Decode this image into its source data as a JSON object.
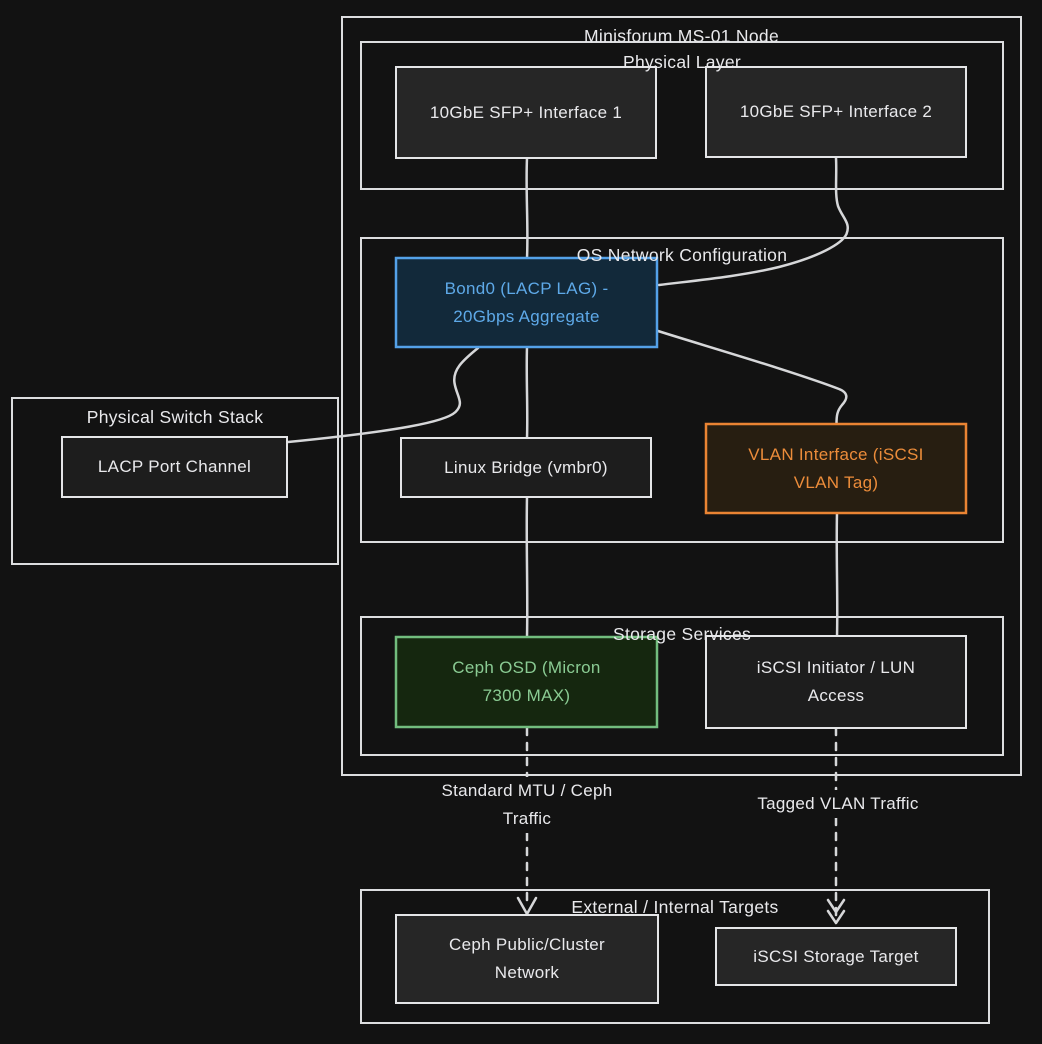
{
  "diagram": {
    "title": "Minisforum MS-01 Node",
    "groups": {
      "physical_layer": {
        "title": "Physical Layer"
      },
      "os_network": {
        "title": "OS Network Configuration"
      },
      "switch_stack": {
        "title": "Physical Switch Stack"
      },
      "storage": {
        "title": "Storage Services"
      },
      "targets": {
        "title": "External / Internal Targets"
      }
    },
    "nodes": {
      "sfp1": {
        "label": "10GbE SFP+ Interface 1"
      },
      "sfp2": {
        "label": "10GbE SFP+ Interface 2"
      },
      "bond0": {
        "label": "Bond0 (LACP LAG) - 20Gbps Aggregate"
      },
      "bridge": {
        "label": "Linux Bridge (vmbr0)"
      },
      "vlan": {
        "label": "VLAN Interface (iSCSI VLAN Tag)"
      },
      "lacp": {
        "label": "LACP Port Channel"
      },
      "ceph_osd": {
        "label": "Ceph OSD (Micron 7300 MAX)"
      },
      "iscsi_init": {
        "label": "iSCSI Initiator / LUN Access"
      },
      "ceph_net": {
        "label": "Ceph Public/Cluster Network"
      },
      "iscsi_target": {
        "label": "iSCSI Storage Target"
      }
    },
    "edge_labels": {
      "ceph_traffic": "Standard MTU / Ceph Traffic",
      "vlan_traffic": "Tagged VLAN Traffic"
    },
    "colors": {
      "background": "#121212",
      "line": "#d6d7d9",
      "container_stroke": "#dcdddf",
      "box_stroke": "#e4e5e7",
      "box_fill": "#262626",
      "box_fill_dim": "#1d1d1d",
      "text": "#e9e9ec",
      "blue_border": "#54a1e8",
      "blue_fill": "#12293a",
      "blue_text": "#5ea9e8",
      "orange_border": "#ea8433",
      "orange_fill": "#271e11",
      "orange_text": "#ec8c3a",
      "green_border": "#72bd7e",
      "green_fill": "#15270f",
      "green_text": "#8acb93"
    }
  }
}
